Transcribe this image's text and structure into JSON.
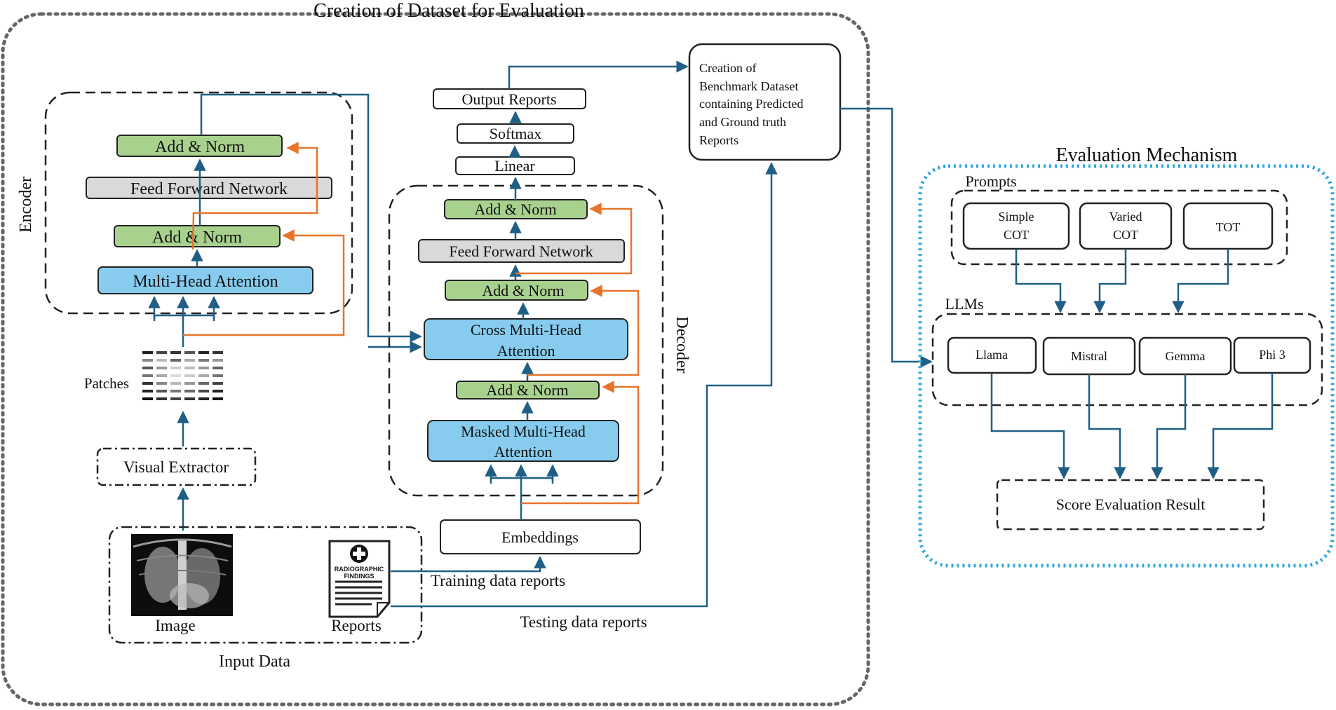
{
  "dataset_panel": {
    "title": "Creation of Dataset for Evaluation"
  },
  "encoder": {
    "label": "Encoder",
    "add_norm_top": "Add & Norm",
    "feed_forward": "Feed Forward Network",
    "add_norm_bottom": "Add & Norm",
    "attention": "Multi-Head Attention"
  },
  "patches_label": "Patches",
  "visual_extractor": "Visual Extractor",
  "input_data": {
    "title": "Input Data",
    "image_label": "Image",
    "reports_label": "Reports",
    "report_doc_line1": "RADIOGRAPHIC",
    "report_doc_line2": "FINDINGS"
  },
  "decoder": {
    "label": "Decoder",
    "output_reports": "Output Reports",
    "softmax": "Softmax",
    "linear": "Linear",
    "add_norm_top": "Add & Norm",
    "feed_forward": "Feed Forward Network",
    "add_norm_mid": "Add & Norm",
    "cross_attention_line1": "Cross Multi-Head",
    "cross_attention_line2": "Attention",
    "add_norm_bottom": "Add & Norm",
    "masked_attention_line1": "Masked Multi-Head",
    "masked_attention_line2": "Attention"
  },
  "embeddings": "Embeddings",
  "training_reports": "Training data reports",
  "testing_reports": "Testing data reports",
  "benchmark": {
    "line1": "Creation of",
    "line2": "Benchmark Dataset",
    "line3": "containing Predicted",
    "line4": "and Ground truth",
    "line5": "Reports"
  },
  "evaluation": {
    "title": "Evaluation Mechanism",
    "prompts_label": "Prompts",
    "prompts": [
      {
        "line1": "Simple",
        "line2": "COT"
      },
      {
        "line1": "Varied",
        "line2": "COT"
      },
      {
        "line1": "TOT",
        "line2": ""
      }
    ],
    "llms_label": "LLMs",
    "llms": [
      "Llama",
      "Mistral",
      "Gemma",
      "Phi 3"
    ],
    "score": "Score Evaluation Result"
  },
  "colors": {
    "blue_arrow": "#1f5f86",
    "orange_arrow": "#e8742a",
    "attention_fill": "#87ccee",
    "norm_fill": "#a9d18e",
    "ffn_fill": "#d9d9d9",
    "eval_border": "#2fa8dd"
  }
}
